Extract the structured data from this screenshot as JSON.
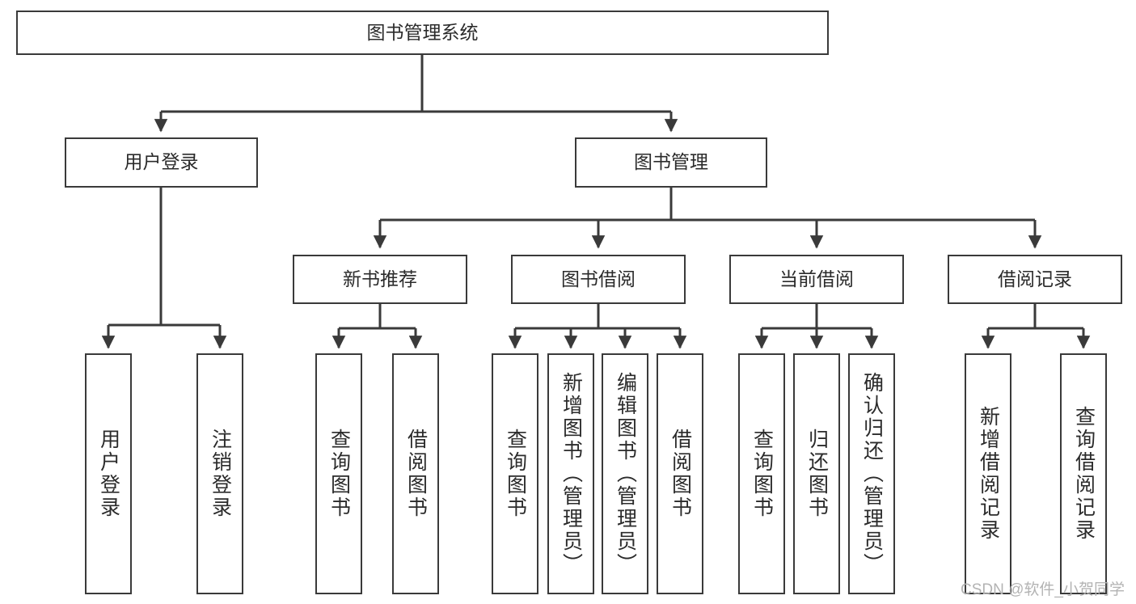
{
  "diagram": {
    "title": "图书管理系统",
    "type": "tree-hierarchy-chart",
    "line_color": "#3a3a3a",
    "box_fill": "#ffffff",
    "text_color": "#2b2b2b",
    "nodes": {
      "root": {
        "label": "图书管理系统"
      },
      "level2": [
        {
          "label": "用户登录"
        },
        {
          "label": "图书管理"
        }
      ],
      "level3": [
        {
          "label": "新书推荐"
        },
        {
          "label": "图书借阅"
        },
        {
          "label": "当前借阅"
        },
        {
          "label": "借阅记录"
        }
      ],
      "leaves": [
        {
          "label": "用户登录",
          "parent": "用户登录"
        },
        {
          "label": "注销登录",
          "parent": "用户登录"
        },
        {
          "label": "查询图书",
          "parent": "新书推荐"
        },
        {
          "label": "借阅图书",
          "parent": "新书推荐"
        },
        {
          "label": "查询图书",
          "parent": "图书借阅"
        },
        {
          "label": "新增图书（管理员）",
          "parent": "图书借阅"
        },
        {
          "label": "编辑图书（管理员）",
          "parent": "图书借阅"
        },
        {
          "label": "借阅图书",
          "parent": "图书借阅"
        },
        {
          "label": "查询图书",
          "parent": "当前借阅"
        },
        {
          "label": "归还图书",
          "parent": "当前借阅"
        },
        {
          "label": "确认归还（管理员）",
          "parent": "当前借阅"
        },
        {
          "label": "新增借阅记录",
          "parent": "借阅记录"
        },
        {
          "label": "查询借阅记录",
          "parent": "借阅记录"
        }
      ]
    }
  },
  "watermark": {
    "text": "CSDN @软件_小贺同学"
  }
}
